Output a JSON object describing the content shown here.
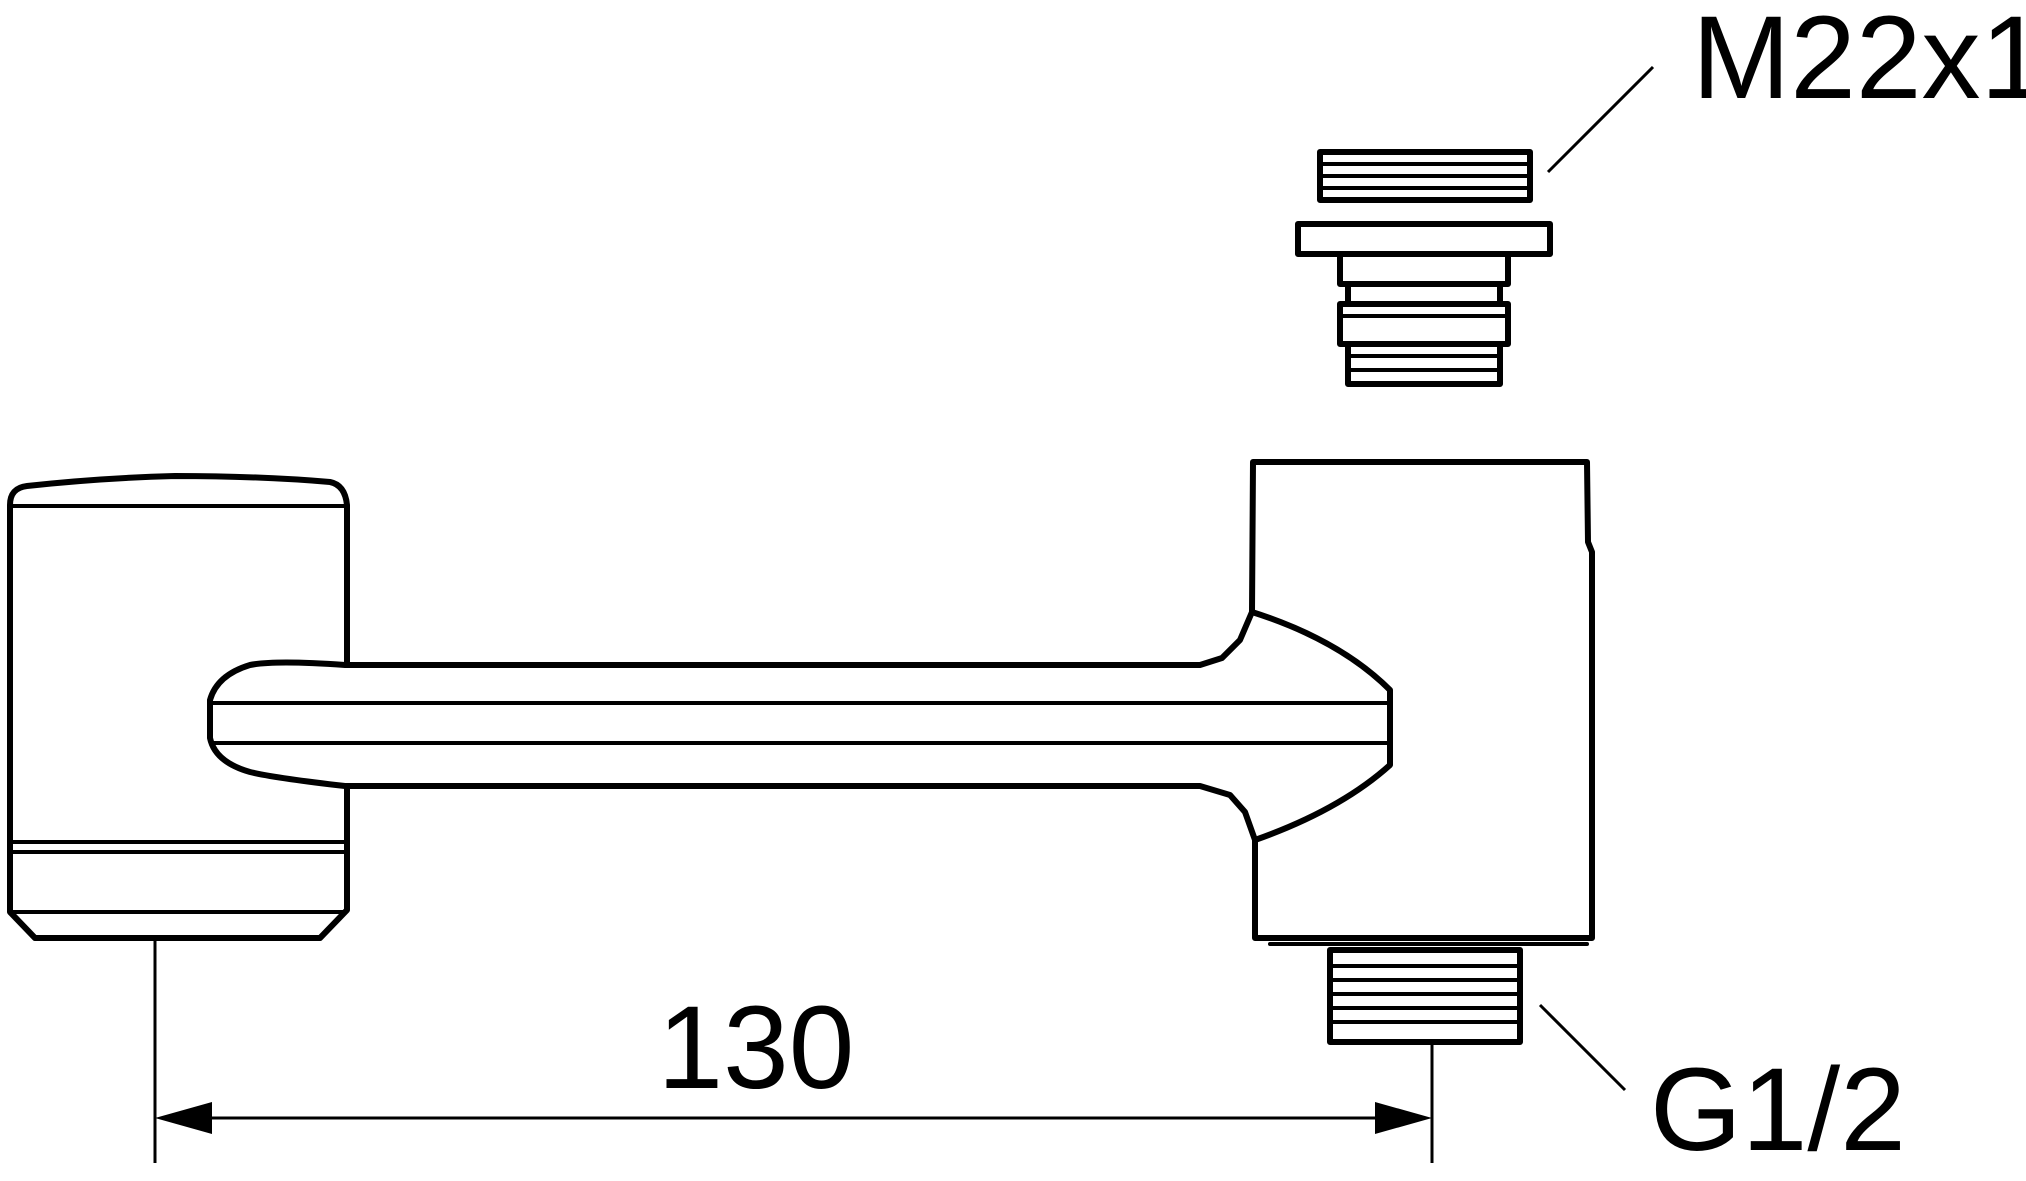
{
  "labels": {
    "thread_top": "M22x1",
    "thread_bottom": "G1/2",
    "dimension": "130"
  },
  "colors": {
    "line": "#000000",
    "background": "#ffffff"
  }
}
